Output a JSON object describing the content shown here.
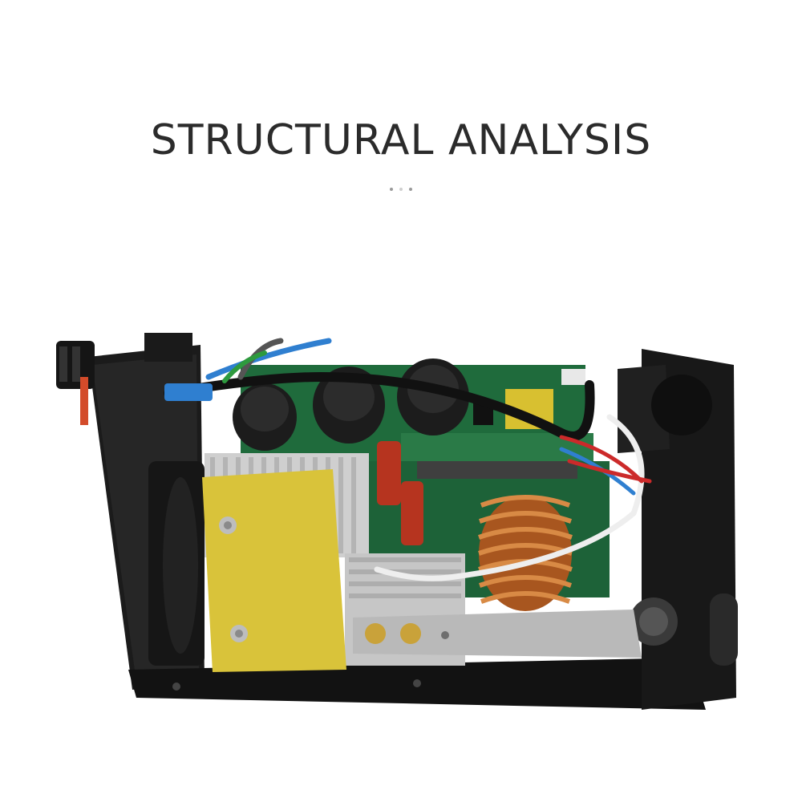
{
  "header": {
    "title": "STRUCTURAL ANALYSIS"
  },
  "pager": {
    "dot_count": 3,
    "active_index": 1
  },
  "colors": {
    "title_text": "#2b2b2b",
    "casing": "#1c1c1c",
    "pcb_green": "#1f6b3c",
    "insulator_yellow": "#d9c33a",
    "heatsink": "#c9c9c9",
    "copper_coil": "#c0692a",
    "wire_blue": "#2f7fd0",
    "wire_red": "#cc2a2a"
  },
  "photo": {
    "subject": "welding-inverter-internals"
  }
}
